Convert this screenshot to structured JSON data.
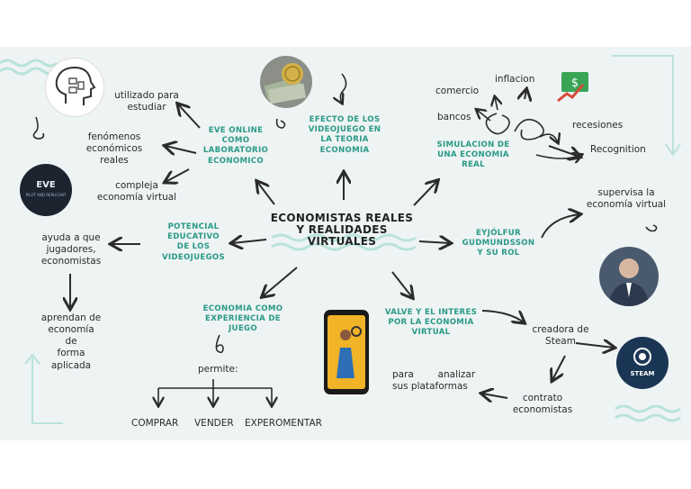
{
  "center": {
    "title_line1": "ECONOMISTAS REALES",
    "title_line2": "Y REALIDADES",
    "title_line3": "VIRTUALES"
  },
  "eve": {
    "heading": [
      "EVE ONLINE",
      "COMO",
      "LABORATORIO",
      "ECONOMICO"
    ],
    "used_for": [
      "utilizado para",
      "estudiar"
    ],
    "phenomena": [
      "fenómenos",
      "económicos",
      "reales"
    ],
    "complex": [
      "compleja",
      "economía virtual"
    ],
    "logo_text": "EVE",
    "logo_subtext": "PILOT AND REPLICANT"
  },
  "effect": {
    "heading": [
      "EFECTO DE LOS",
      "VIDEOJUEGO EN",
      "LA TEORIA",
      "ECONOMIA"
    ]
  },
  "simulation": {
    "heading": [
      "SIMULACION DE",
      "UNA ECONOMIA",
      "REAL"
    ],
    "inflacion": "inflacion",
    "comercio": "comercio",
    "bancos": "bancos",
    "recesiones": "recesiones",
    "recognition": "Recognition"
  },
  "potential": {
    "heading": [
      "POTENCIAL",
      "EDUCATIVO",
      "DE LOS",
      "VIDEOJUEGOS"
    ],
    "helps": [
      "ayuda  a que",
      "jugadores,",
      "economistas"
    ],
    "learn": [
      "aprendan de",
      "economía",
      "de",
      "forma",
      "aplicada"
    ]
  },
  "eyjolfur": {
    "heading": [
      "EYJÓLFUR",
      "GUDMUNDSSON",
      "Y SU ROL"
    ],
    "supervises": [
      "supervisa la",
      "economía virtual"
    ]
  },
  "experience": {
    "heading": [
      "ECONOMIA COMO",
      "EXPERIENCIA DE",
      "JUEGO"
    ],
    "permite": "permite:",
    "options": [
      "COMPRAR",
      "VENDER",
      "EXPEROMENTAR"
    ]
  },
  "valve": {
    "heading": [
      "VALVE Y EL INTERES",
      "POR LA ECONOMIA",
      "VIRTUAL"
    ],
    "creator": [
      "creadora de",
      "Steam"
    ],
    "analyze": [
      "para        analizar",
      "sus plataformas"
    ],
    "hire": [
      "contrato",
      "economistas"
    ],
    "steam_logo": "STEAM"
  },
  "colors": {
    "accent_green": "#2a9a86",
    "mint": "#b8e3d9",
    "arrow": "#2b2b2b",
    "background": "#eef3f4"
  }
}
